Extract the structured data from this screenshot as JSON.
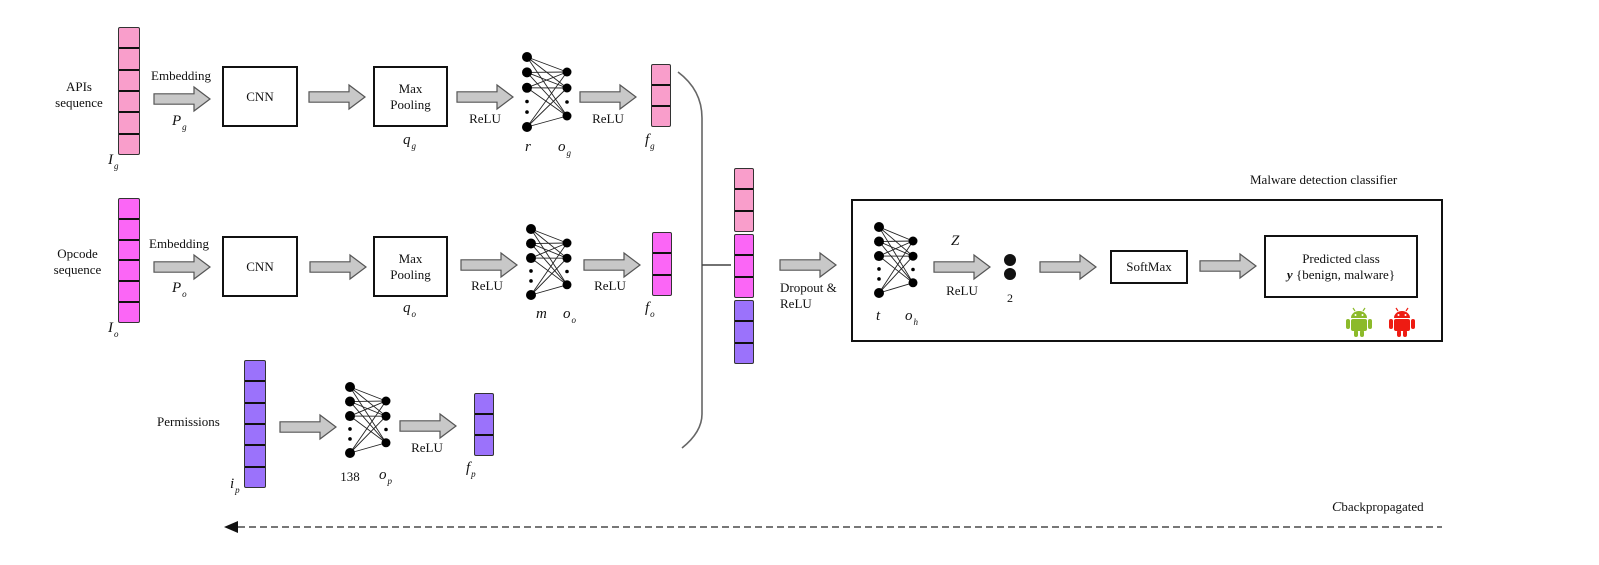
{
  "colors": {
    "api": "#f99ecb",
    "opcode": "#fb66f6",
    "permission": "#9b72fb",
    "arrow_fill": "#c8c8c8",
    "arrow_stroke": "#555555",
    "benign": "#8cba2a",
    "malware": "#ee1b12"
  },
  "branches": {
    "api": {
      "input_label_line1": "APIs",
      "input_label_line2": "sequence",
      "input_var": "I",
      "input_sub": "g",
      "embed_label": "Embedding",
      "embed_var": "P",
      "embed_sub": "g",
      "cnn_label": "CNN",
      "pool_line1": "Max",
      "pool_line2": "Pooling",
      "pool_var": "q",
      "pool_sub": "g",
      "relu1": "ReLU",
      "nn_in_var": "r",
      "nn_out_var": "o",
      "nn_out_sub": "g",
      "relu2": "ReLU",
      "feat_var": "f",
      "feat_sub": "g"
    },
    "opcode": {
      "input_label_line1": "Opcode",
      "input_label_line2": "sequence",
      "input_var": "I",
      "input_sub": "o",
      "embed_label": "Embedding",
      "embed_var": "P",
      "embed_sub": "o",
      "cnn_label": "CNN",
      "pool_line1": "Max",
      "pool_line2": "Pooling",
      "pool_var": "q",
      "pool_sub": "o",
      "relu1": "ReLU",
      "nn_in_var": "m",
      "nn_out_var": "o",
      "nn_out_sub": "o",
      "relu2": "ReLU",
      "feat_var": "f",
      "feat_sub": "o"
    },
    "permission": {
      "input_label": "Permissions",
      "input_var": "i",
      "input_sub": "p",
      "nn_in_label": "138",
      "nn_out_var": "o",
      "nn_out_sub": "p",
      "relu": "ReLU",
      "feat_var": "f",
      "feat_sub": "p"
    }
  },
  "merge": {
    "dropout_line1": "Dropout &",
    "dropout_line2": "ReLU"
  },
  "classifier": {
    "title": "Malware detection classifier",
    "nn_in_var": "t",
    "nn_out_var": "o",
    "nn_out_sub": "h",
    "z_label": "Z",
    "relu": "ReLU",
    "output_count": "2",
    "softmax_label": "SoftMax",
    "predicted_line1": "Predicted class",
    "predicted_var": "y",
    "predicted_set": "{benign, malware}",
    "benign_icon": "android-icon-benign",
    "malware_icon": "android-icon-malware"
  },
  "backprop": {
    "var": "C",
    "label": "backpropagated"
  }
}
